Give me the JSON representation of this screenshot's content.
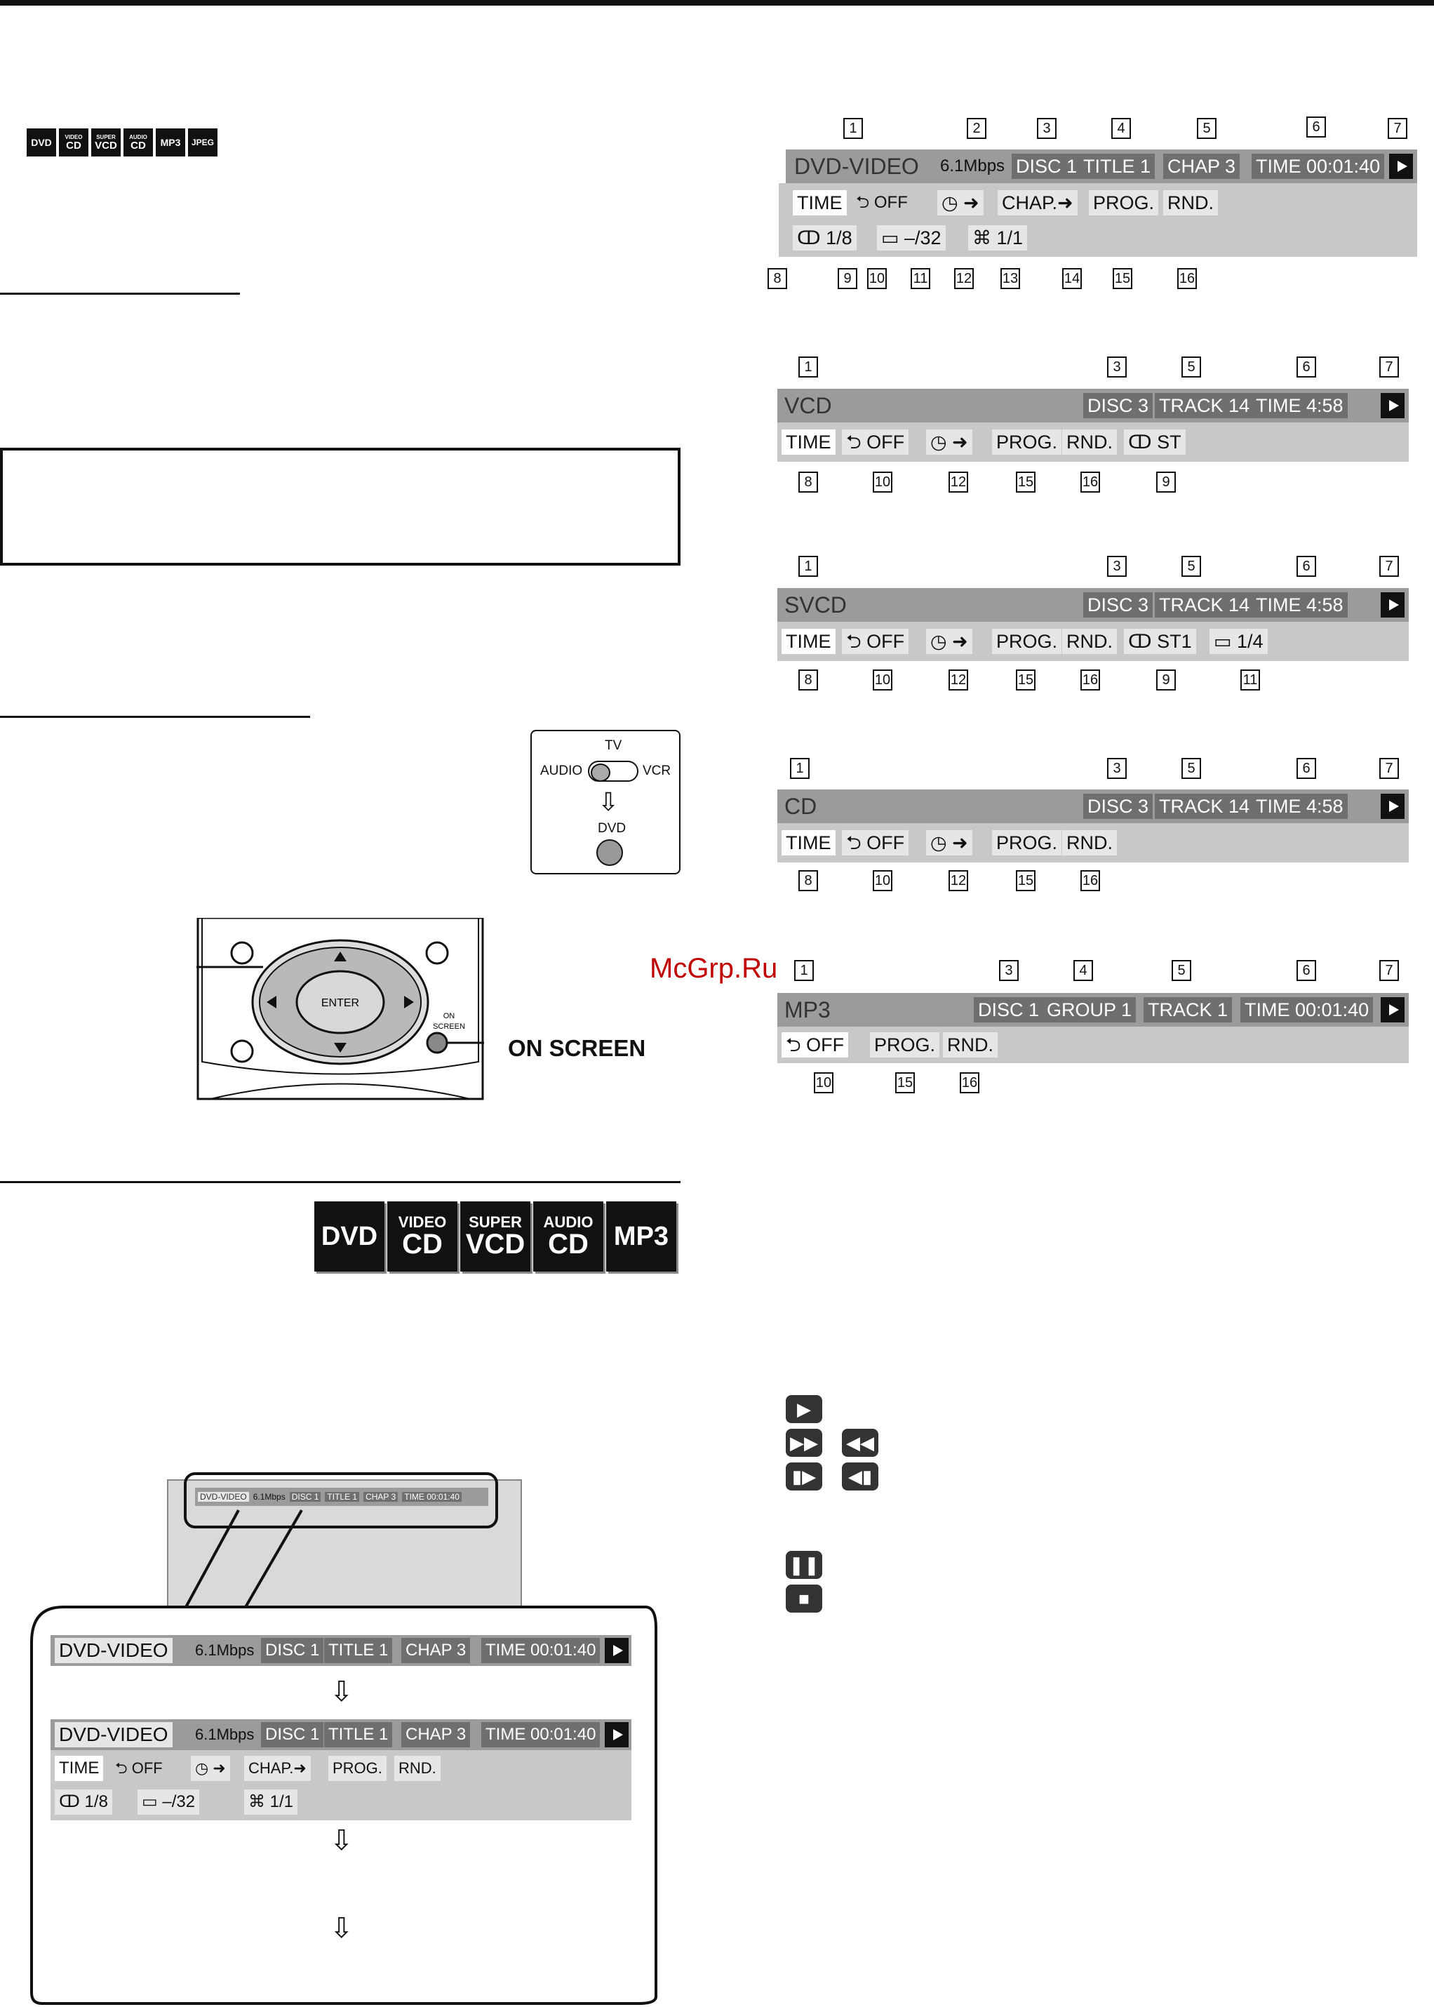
{
  "small_badges": [
    {
      "top": "",
      "bottom": "DVD"
    },
    {
      "top": "VIDEO",
      "bottom": "CD"
    },
    {
      "top": "SUPER",
      "bottom": "VCD"
    },
    {
      "top": "AUDIO",
      "bottom": "CD"
    },
    {
      "top": "",
      "bottom": "MP3"
    },
    {
      "top": "",
      "bottom": "JPEG"
    }
  ],
  "large_badges": [
    {
      "top": "",
      "bottom": "DVD"
    },
    {
      "top": "VIDEO",
      "bottom": "CD"
    },
    {
      "top": "SUPER",
      "bottom": "VCD"
    },
    {
      "top": "AUDIO",
      "bottom": "CD"
    },
    {
      "top": "",
      "bottom": "MP3"
    }
  ],
  "switch": {
    "tv": "TV",
    "audio": "AUDIO",
    "vcr": "VCR",
    "dvd": "DVD",
    "arrow": "⇩"
  },
  "remote": {
    "enter": "ENTER",
    "on_screen_small": "ON\nSCREEN",
    "on_screen_label": "ON SCREEN"
  },
  "watermark": "McGrp.Ru",
  "osd_dvd": {
    "title": "DVD-VIDEO",
    "rate": "6.1Mbps",
    "disc": "DISC 1",
    "title_no": "TITLE  1",
    "chap": "CHAP  3",
    "time": "TIME 00:01:40",
    "row2": {
      "time": "TIME",
      "repeat": "⮌ OFF",
      "timer": "◷ ➜",
      "chap": "CHAP.➜",
      "prog": "PROG.",
      "rnd": "RND."
    },
    "row3": {
      "audio": "ↀ 1/8",
      "subtitle": "▭ –/32",
      "angle": "⌘ 1/1"
    },
    "callouts": [
      "1",
      "2",
      "3",
      "4",
      "5",
      "6",
      "7",
      "8",
      "9",
      "10",
      "11",
      "12",
      "13",
      "14",
      "15",
      "16"
    ]
  },
  "osd_vcd": {
    "title": "VCD",
    "disc": "DISC 3",
    "track": "TRACK 14",
    "time": "TIME      4:58",
    "row2": {
      "time": "TIME",
      "repeat": "⮌ OFF",
      "timer": "◷ ➜",
      "prog": "PROG.",
      "rnd": "RND.",
      "audio": "ↀ ST"
    },
    "callouts": [
      "1",
      "3",
      "5",
      "6",
      "7",
      "8",
      "10",
      "12",
      "15",
      "16",
      "9"
    ]
  },
  "osd_svcd": {
    "title": "SVCD",
    "disc": "DISC 3",
    "track": "TRACK 14",
    "time": "TIME      4:58",
    "row2": {
      "time": "TIME",
      "repeat": "⮌ OFF",
      "timer": "◷ ➜",
      "prog": "PROG.",
      "rnd": "RND.",
      "audio": "ↀ ST1",
      "subtitle": "▭   1/4"
    },
    "callouts": [
      "1",
      "3",
      "5",
      "6",
      "7",
      "8",
      "10",
      "12",
      "15",
      "16",
      "9",
      "11"
    ]
  },
  "osd_cd": {
    "title": "CD",
    "disc": "DISC 3",
    "track": "TRACK 14",
    "time": "TIME      4:58",
    "row2": {
      "time": "TIME",
      "repeat": "⮌ OFF",
      "timer": "◷ ➜",
      "prog": "PROG.",
      "rnd": "RND."
    },
    "callouts": [
      "1",
      "3",
      "5",
      "6",
      "7",
      "8",
      "10",
      "12",
      "15",
      "16"
    ]
  },
  "osd_mp3": {
    "title": "MP3",
    "disc": "DISC 1",
    "group": "GROUP  1",
    "track": "TRACK  1",
    "time": "TIME 00:01:40",
    "row2": {
      "repeat": "⮌ OFF",
      "prog": "PROG.",
      "rnd": "RND."
    },
    "callouts": [
      "1",
      "3",
      "4",
      "5",
      "6",
      "7",
      "10",
      "15",
      "16"
    ]
  },
  "tv_mini": {
    "title": "DVD-VIDEO",
    "rate": "6.1Mbps",
    "disc": "DISC 1",
    "title_no": "TITLE  1",
    "chap": "CHAP  3",
    "time": "TIME 00:01:40"
  },
  "seq_bar1": {
    "title": "DVD-VIDEO",
    "rate": "6.1Mbps",
    "disc": "DISC 1",
    "title_no": "TITLE  1",
    "chap": "CHAP  3",
    "time": "TIME 00:01:40"
  },
  "seq_bar2": {
    "title": "DVD-VIDEO",
    "rate": "6.1Mbps",
    "disc": "DISC 1",
    "title_no": "TITLE  1",
    "chap": "CHAP  3",
    "time": "TIME 00:01:40",
    "row2": {
      "time": "TIME",
      "repeat": "⮌ OFF",
      "timer": "◷ ➜",
      "chap": "CHAP.➜",
      "prog": "PROG.",
      "rnd": "RND."
    },
    "row3": {
      "audio": "ↀ 1/8",
      "subtitle": "▭ –/32",
      "angle": "⌘ 1/1"
    }
  },
  "seq_arrow": "⇩",
  "status_icons": [
    "▶",
    "▶▶",
    "◀◀",
    "▮▶",
    "◀▮",
    "❚❚",
    "■"
  ]
}
